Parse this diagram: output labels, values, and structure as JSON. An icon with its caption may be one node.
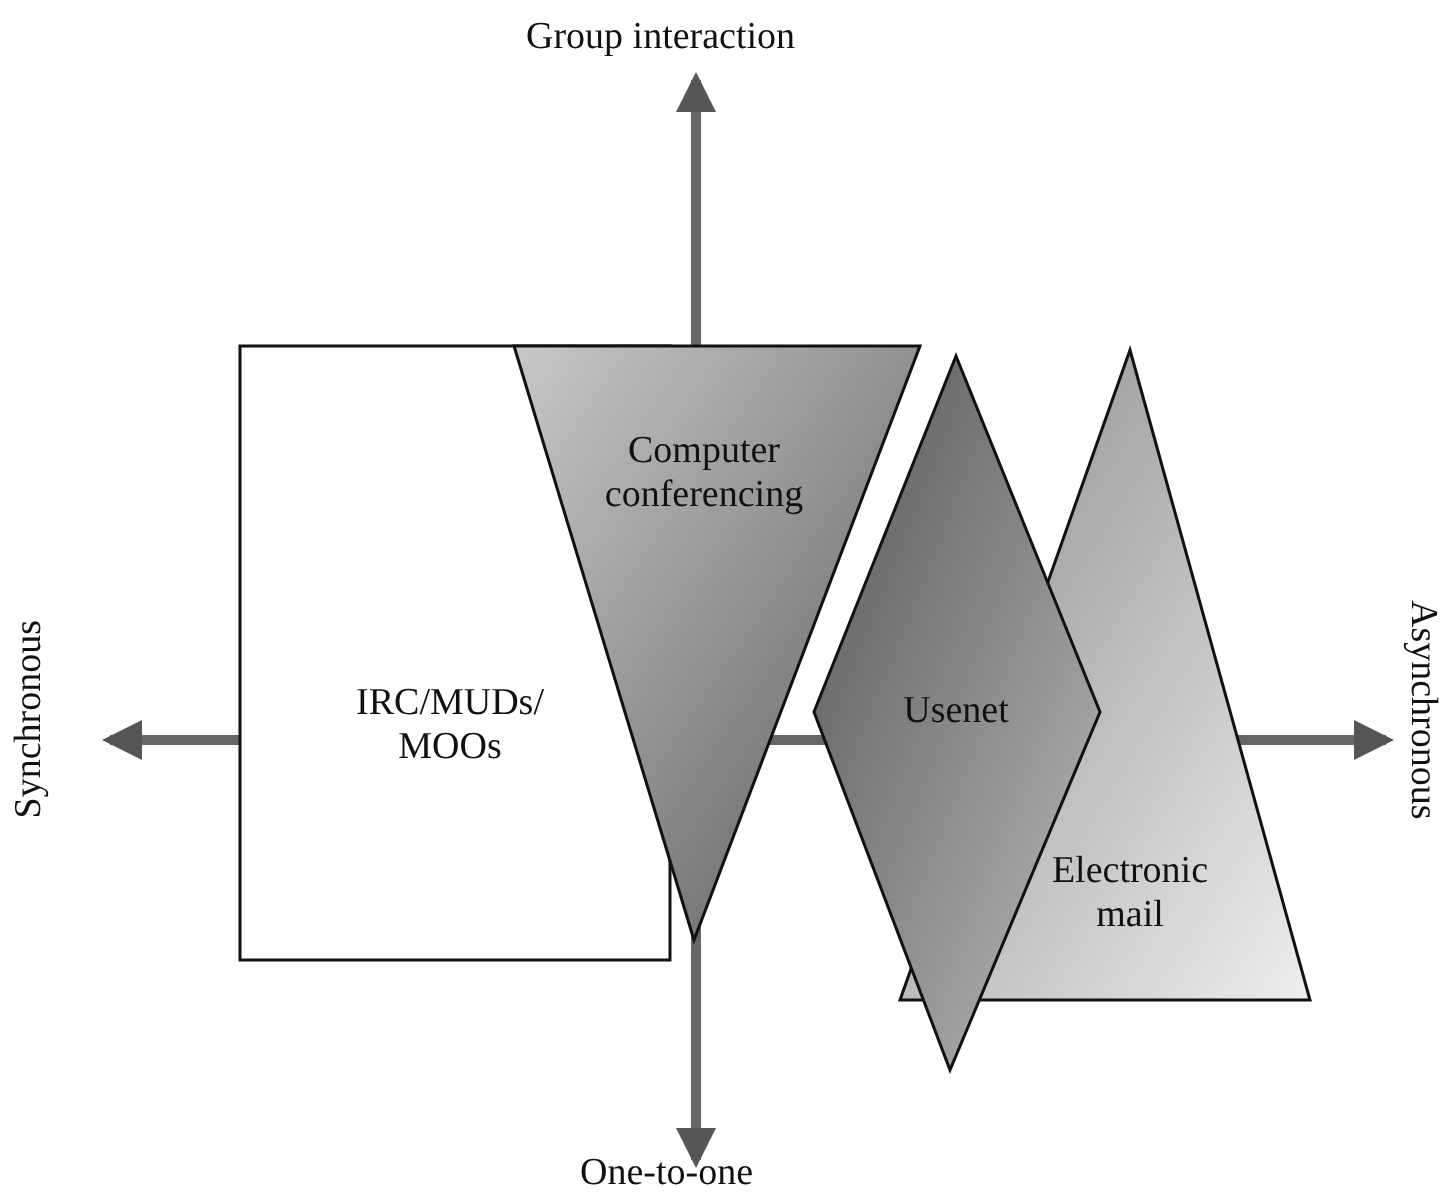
{
  "diagram": {
    "nodes": [
      {
        "text": [
          "IRC/MUDs/ MOOs"
        ]
      },
      {
        "text": [
          "Computer conferencing"
        ]
      },
      {
        "text": [
          "Usenet"
        ]
      },
      {
        "text": [
          "Electronic mail"
        ]
      }
    ],
    "labels": [
      "Group interaction",
      "Synchronous",
      "Asynchronous",
      "One-to-one"
    ]
  }
}
